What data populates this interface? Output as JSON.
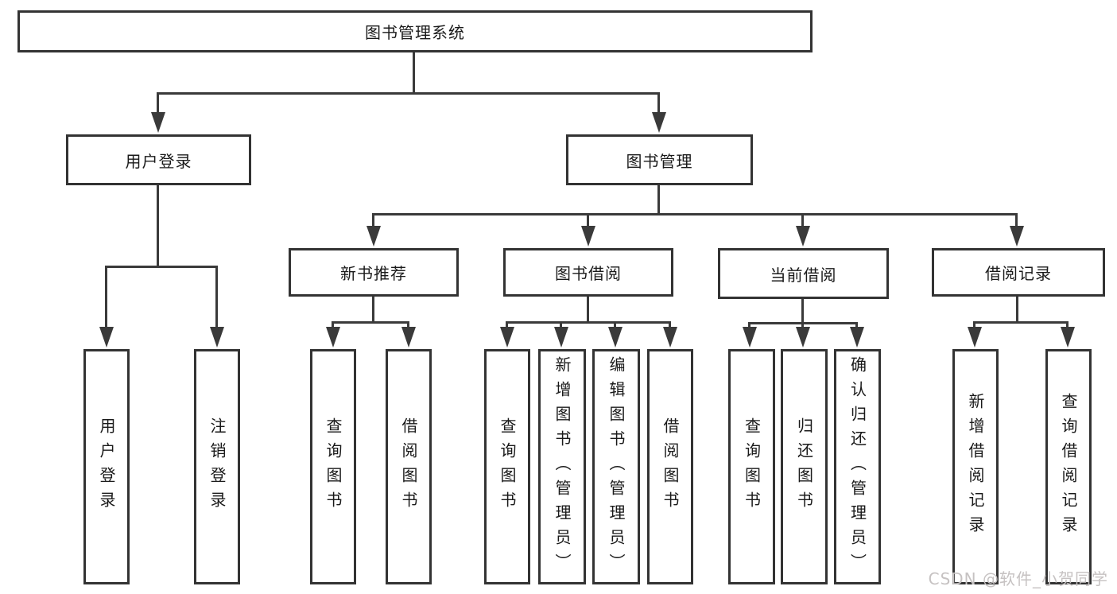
{
  "diagram_title": "图书管理系统",
  "watermark": {
    "text": "CSDN @软件_小贺同学"
  },
  "colors": {
    "line": "#3a3a3a",
    "box_border": "#333333",
    "text": "#1a1a1a",
    "background": "#ffffff",
    "watermark": "#c6c2c2"
  },
  "nodes": [
    {
      "id": "library-system",
      "label": "图书管理系统",
      "level": 1,
      "parent": null,
      "orientation": "horizontal"
    },
    {
      "id": "user-login",
      "label": "用户登录",
      "level": 2,
      "parent": "library-system",
      "orientation": "horizontal"
    },
    {
      "id": "book-management",
      "label": "图书管理",
      "level": 2,
      "parent": "library-system",
      "orientation": "horizontal"
    },
    {
      "id": "new-book-recommendation",
      "label": "新书推荐",
      "level": 3,
      "parent": "book-management",
      "orientation": "horizontal"
    },
    {
      "id": "book-borrowing",
      "label": "图书借阅",
      "level": 3,
      "parent": "book-management",
      "orientation": "horizontal"
    },
    {
      "id": "current-borrowing",
      "label": "当前借阅",
      "level": 3,
      "parent": "book-management",
      "orientation": "horizontal"
    },
    {
      "id": "borrowing-records",
      "label": "借阅记录",
      "level": 3,
      "parent": "book-management",
      "orientation": "horizontal"
    },
    {
      "id": "login",
      "label": "用户登录",
      "level": 4,
      "parent": "user-login",
      "orientation": "vertical"
    },
    {
      "id": "logout",
      "label": "注销登录",
      "level": 4,
      "parent": "user-login",
      "orientation": "vertical"
    },
    {
      "id": "nb-query-books",
      "label": "查询图书",
      "level": 4,
      "parent": "new-book-recommendation",
      "orientation": "vertical"
    },
    {
      "id": "nb-borrow-books",
      "label": "借阅图书",
      "level": 4,
      "parent": "new-book-recommendation",
      "orientation": "vertical"
    },
    {
      "id": "bb-query-books",
      "label": "查询图书",
      "level": 4,
      "parent": "book-borrowing",
      "orientation": "vertical"
    },
    {
      "id": "bb-add-books-admin",
      "label": "新增图书（管理员）",
      "level": 4,
      "parent": "book-borrowing",
      "orientation": "vertical"
    },
    {
      "id": "bb-edit-books-admin",
      "label": "编辑图书（管理员）",
      "level": 4,
      "parent": "book-borrowing",
      "orientation": "vertical"
    },
    {
      "id": "bb-borrow-books",
      "label": "借阅图书",
      "level": 4,
      "parent": "book-borrowing",
      "orientation": "vertical"
    },
    {
      "id": "cb-query-books",
      "label": "查询图书",
      "level": 4,
      "parent": "current-borrowing",
      "orientation": "vertical"
    },
    {
      "id": "cb-return-books",
      "label": "归还图书",
      "level": 4,
      "parent": "current-borrowing",
      "orientation": "vertical"
    },
    {
      "id": "cb-confirm-return-admin",
      "label": "确认归还（管理员）",
      "level": 4,
      "parent": "current-borrowing",
      "orientation": "vertical"
    },
    {
      "id": "br-add-record",
      "label": "新增借阅记录",
      "level": 4,
      "parent": "borrowing-records",
      "orientation": "vertical"
    },
    {
      "id": "br-query-record",
      "label": "查询借阅记录",
      "level": 4,
      "parent": "borrowing-records",
      "orientation": "vertical"
    }
  ]
}
